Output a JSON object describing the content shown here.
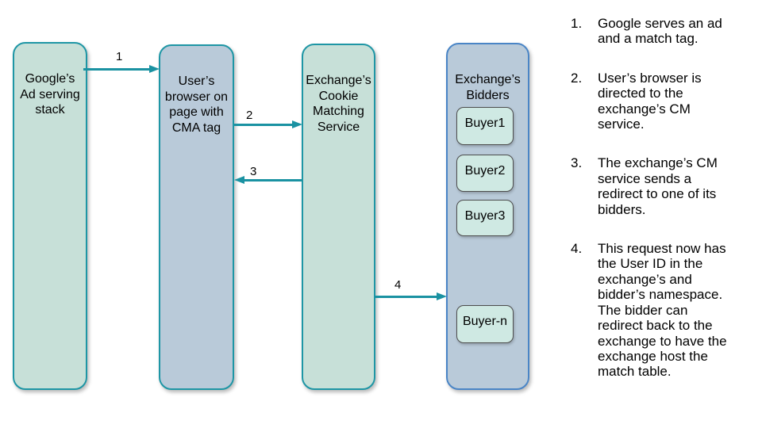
{
  "diagram": {
    "nodes": [
      {
        "id": "google-ad-stack",
        "label": "Google’s\nAd serving\nstack"
      },
      {
        "id": "user-browser",
        "label": "User’s\nbrowser on\npage with\nCMA tag"
      },
      {
        "id": "exchange-cm-service",
        "label": "Exchange’s\nCookie\nMatching\nService"
      },
      {
        "id": "exchange-bidders",
        "label": "Exchange’s\nBidders"
      }
    ],
    "buyers": [
      "Buyer1",
      "Buyer2",
      "Buyer3",
      "Buyer-n"
    ],
    "arrows": [
      {
        "label": "1",
        "from": "google-ad-stack",
        "to": "user-browser"
      },
      {
        "label": "2",
        "from": "user-browser",
        "to": "exchange-cm-service"
      },
      {
        "label": "3",
        "from": "exchange-cm-service",
        "to": "user-browser"
      },
      {
        "label": "4",
        "from": "exchange-cm-service",
        "to": "exchange-bidders"
      }
    ],
    "colors": {
      "green_fill": "#c7e0d8",
      "teal_border": "#1e96a5",
      "blue_fill": "#b9cad9",
      "blue_border": "#4a85c6",
      "buyer_fill": "#cfe9e3",
      "buyer_border": "#4d4d4d",
      "arrow": "#1a92a2"
    }
  },
  "steps": {
    "items": [
      {
        "number": "1.",
        "text": "Google serves an ad\nand a match tag."
      },
      {
        "number": "2.",
        "text": "User’s browser is\ndirected to the\nexchange’s CM\nservice."
      },
      {
        "number": "3.",
        "text": "The exchange’s CM\nservice sends a\nredirect to one of its\nbidders."
      },
      {
        "number": "4.",
        "text": "This request now has\nthe User ID in the\nexchange’s and\nbidder’s namespace.\nThe bidder can\nredirect back to the\nexchange to have the\nexchange host the\nmatch table."
      }
    ]
  }
}
